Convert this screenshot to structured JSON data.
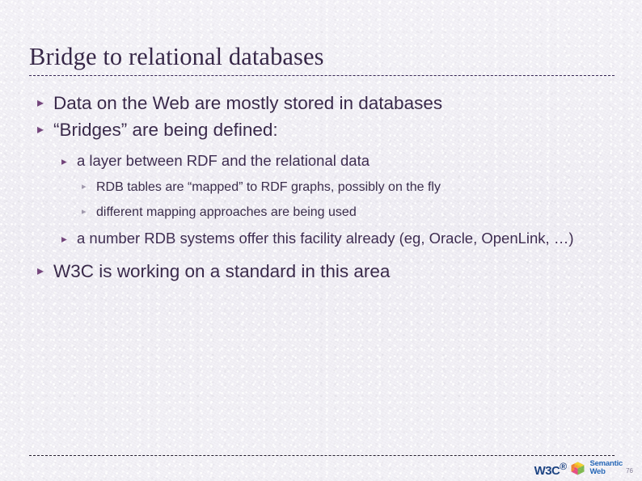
{
  "slide": {
    "title": "Bridge to relational databases",
    "bullet_marker": "▸",
    "background_color": "#f2f0f6",
    "title_color": "#2b1a3d",
    "marker_color": "#6b3a74",
    "marker_color_level3": "#9b93a8"
  },
  "content": [
    {
      "level": 1,
      "text": "Data on the Web are mostly stored in databases"
    },
    {
      "level": 1,
      "text": "“Bridges” are being defined:"
    },
    {
      "level": 2,
      "text": "a layer between RDF and the relational data"
    },
    {
      "level": 3,
      "text": "RDB tables are “mapped” to RDF graphs, possibly on the fly"
    },
    {
      "level": 3,
      "text": "different mapping approaches are being used"
    },
    {
      "level": 2,
      "text": "a number RDB systems offer this facility already (eg, Oracle, OpenLink, …)"
    },
    {
      "level": 1,
      "text": "W3C is working on a standard in this area"
    }
  ],
  "footer": {
    "w3c_logo_text": "W3C",
    "w3c_logo_tail": "®",
    "semantic_line1": "Semantic",
    "semantic_line2": "Web",
    "page_number": "76",
    "w3c_color": "#10397c",
    "semantic_web_color": "#1a5fb4",
    "cube_colors": {
      "top_left": "#f5a623",
      "top_right": "#f2d024",
      "front_left": "#e8447f",
      "front_right": "#7ab648",
      "side": "#f07c2b"
    }
  }
}
